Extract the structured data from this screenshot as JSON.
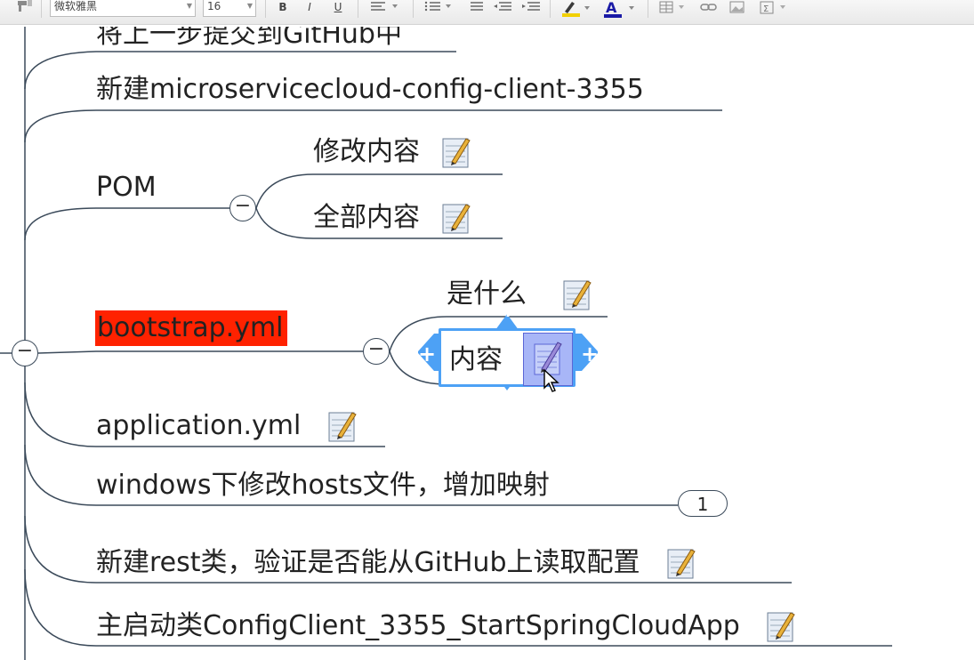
{
  "toolbar": {
    "font_family_value": "微软雅黑",
    "font_size_value": "16",
    "bold_label": "B",
    "italic_label": "I",
    "underline_label": "U",
    "highlight_color": "#f2d000",
    "font_color": "#1a1aa6"
  },
  "topics": [
    {
      "label": "将上一步提交到GitHub中"
    },
    {
      "label": "新建microservicecloud-config-client-3355"
    },
    {
      "label": "POM"
    },
    {
      "label": "修改内容"
    },
    {
      "label": "全部内容"
    },
    {
      "label": "是什么"
    },
    {
      "label": "bootstrap.yml"
    },
    {
      "label": "内容"
    },
    {
      "label": "application.yml"
    },
    {
      "label": "windows下修改hosts文件，增加映射"
    },
    {
      "label": "新建rest类，验证是否能从GitHub上读取配置"
    },
    {
      "label": "主启动类ConfigClient_3355_StartSpringCloudApp"
    }
  ],
  "hosts_badge": "1",
  "colors": {
    "line": "#3b4a5a",
    "highlight_bg": "#ff2200",
    "selection": "#4da1f5",
    "note_selected": "#a8b6f7"
  }
}
